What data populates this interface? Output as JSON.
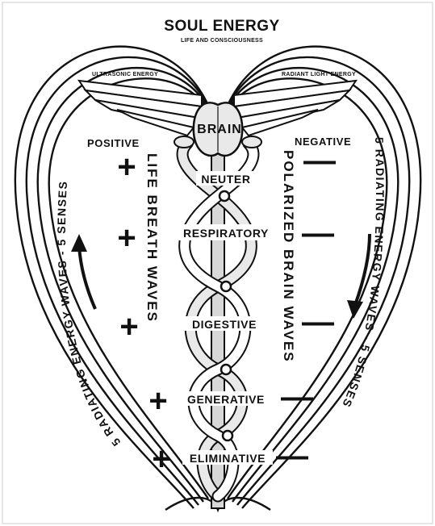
{
  "title": "SOUL ENERGY",
  "subtitle": "LIFE AND CONSCIOUSNESS",
  "left_wing_label": "ULTRASONIC ENERGY",
  "right_wing_label": "RADIANT LIGHT ENERGY",
  "brain_label": "BRAIN",
  "positive_label": "POSITIVE",
  "negative_label": "NEGATIVE",
  "left_vertical_label": "LIFE BREATH WAVES",
  "right_vertical_label": "POLARIZED BRAIN WAVES",
  "left_arc_label": "5 RADIATING ENERGY WAVES - 5 SENSES",
  "right_arc_label": "5 RADIATING ENERGY WAVES - 5 SENSES",
  "center_labels": [
    "NEUTER",
    "RESPIRATORY",
    "DIGESTIVE",
    "GENERATIVE",
    "ELIMINATIVE"
  ],
  "plus_sign": "+",
  "minus_sign": "—",
  "colors": {
    "ink": "#111111",
    "tint": "#e9e9e9",
    "background": "#ffffff"
  }
}
